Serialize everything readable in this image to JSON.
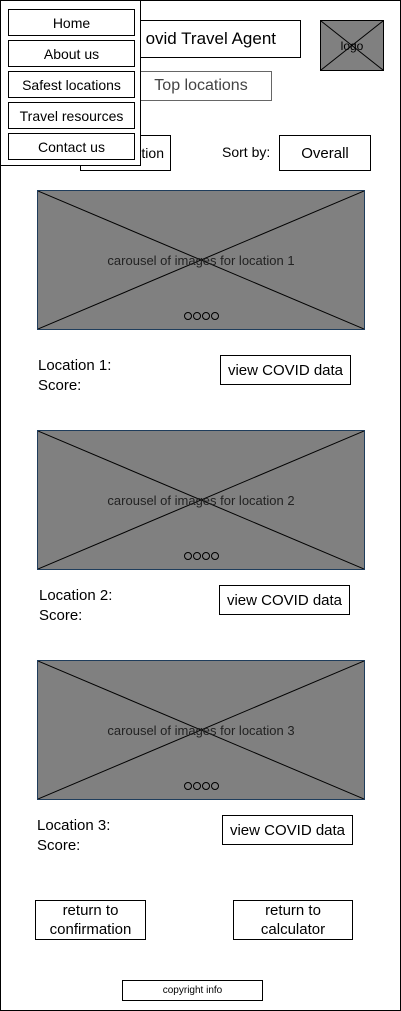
{
  "header": {
    "title": "ovid Travel Agent",
    "logo_label": "logo",
    "top_locations_label": "Top locations"
  },
  "filters": {
    "left_button_label": "tion",
    "sort_label": "Sort by:",
    "sort_value": "Overall"
  },
  "menu": {
    "items": [
      {
        "label": "Home"
      },
      {
        "label": "About us"
      },
      {
        "label": "Safest locations"
      },
      {
        "label": "Travel resources"
      },
      {
        "label": "Contact us"
      }
    ]
  },
  "locations": [
    {
      "carousel_caption": "carousel of images for location 1",
      "name": "Location 1:",
      "score_label": "Score:",
      "button_label": "view COVID data"
    },
    {
      "carousel_caption": "carousel of images for location 2",
      "name": "Location 2:",
      "score_label": "Score:",
      "button_label": "view COVID data"
    },
    {
      "carousel_caption": "carousel of images for location 3",
      "name": "Location 3:",
      "score_label": "Score:",
      "button_label": "view COVID data"
    }
  ],
  "footer": {
    "return_confirmation_label": "return to confirmation",
    "return_calculator_label": "return to calculator",
    "copyright": "copyright info"
  },
  "colors": {
    "placeholder_gray": "#808080",
    "border": "#000000"
  }
}
